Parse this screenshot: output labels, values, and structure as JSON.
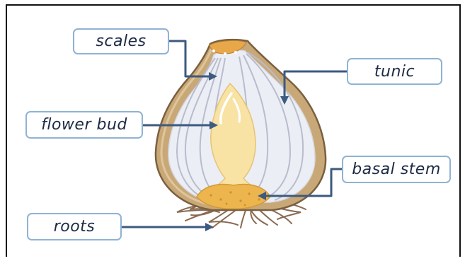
{
  "labels": {
    "scales": "scales",
    "tunic": "tunic",
    "flower_bud": "flower bud",
    "basal_stem": "basal stem",
    "roots": "roots"
  },
  "colors": {
    "tunic_outer": "#c9a878",
    "tunic_edge": "#7a6040",
    "scale_fill": "#eceef6",
    "scale_lines": "#b9bccb",
    "bud_fill": "#f8e3a4",
    "basal_fill": "#edb54d",
    "root_color": "#8a6a50",
    "arrow_color": "#3d5a80",
    "box_border": "#8fb3d3",
    "label_text": "#1d2a44"
  }
}
